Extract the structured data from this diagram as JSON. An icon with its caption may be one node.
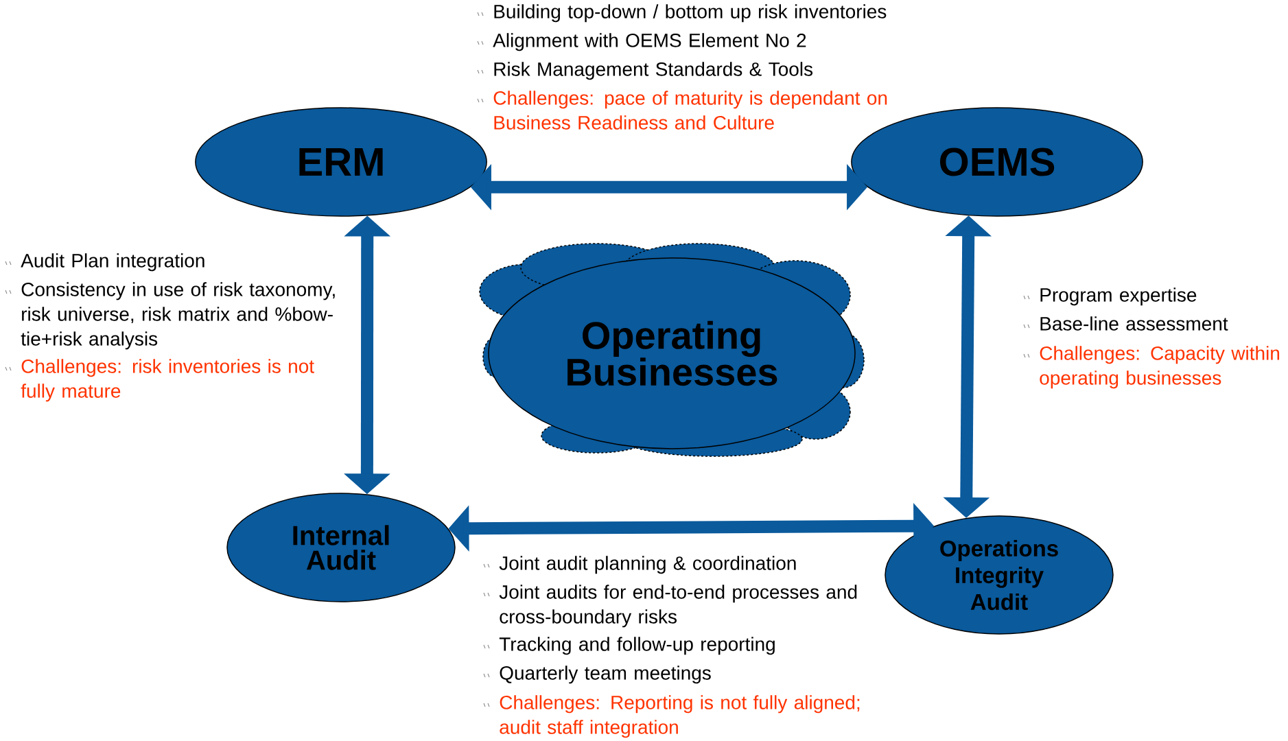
{
  "diagram": {
    "nodes": [
      {
        "text": [
          "ERM"
        ]
      },
      {
        "text": [
          "OEMS"
        ]
      },
      {
        "text": [
          "Operating Businesses"
        ]
      },
      {
        "text": [
          "Internal Audit"
        ]
      },
      {
        "text": [
          "Operations Integrity Audit"
        ]
      }
    ],
    "edges": [
      {
        "from": 0,
        "to": 1,
        "arrow": "both"
      },
      {
        "from": 0,
        "to": 3,
        "arrow": "both"
      },
      {
        "from": 1,
        "to": 4,
        "arrow": "both"
      },
      {
        "from": 3,
        "to": 4,
        "arrow": "both"
      }
    ],
    "labels": [
      "Building top-down / bottom up risk inventories",
      "Alignment with OEMS Element No 2",
      "Risk Management Standards & Tools",
      "Challenges: pace of maturity is dependant on Business Readiness and Culture",
      "Audit Plan integration",
      "Consistency in use of risk taxonomy, risk universe, risk matrix and %bow-tie+risk analysis",
      "Challenges: risk inventories is not fully mature",
      "Program expertise",
      "Base-line assessment",
      "Challenges: Capacity within operating businesses",
      "Joint audit planning & coordination",
      "Joint audits for end-to-end processes and cross-boundary risks",
      "Tracking and follow-up reporting",
      "Quarterly team meetings",
      "Challenges: Reporting is not fully aligned; audit staff integration"
    ]
  }
}
